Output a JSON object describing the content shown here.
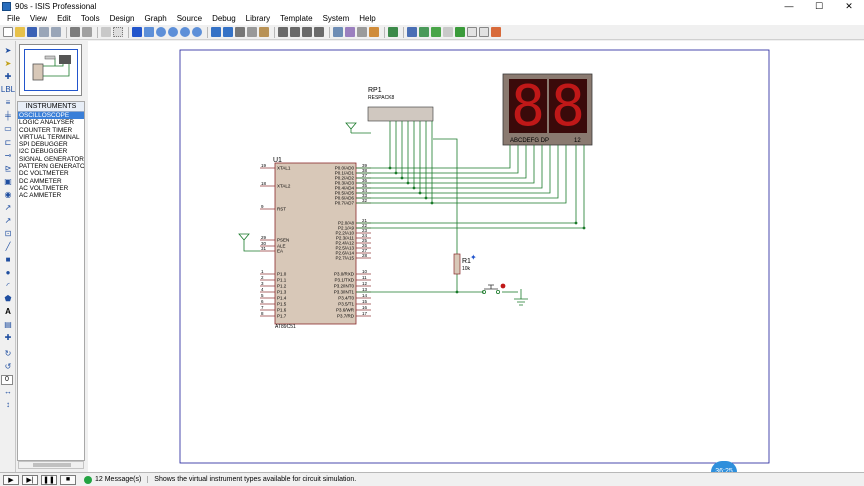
{
  "window": {
    "title": "90s - ISIS Professional",
    "minimize_glyph": "—",
    "maximize_glyph": "☐",
    "close_glyph": "✕"
  },
  "menu": [
    "File",
    "View",
    "Edit",
    "Tools",
    "Design",
    "Graph",
    "Source",
    "Debug",
    "Library",
    "Template",
    "System",
    "Help"
  ],
  "instruments": {
    "header": "INSTRUMENTS",
    "items": [
      "OSCILLOSCOPE",
      "LOGIC ANALYSER",
      "COUNTER TIMER",
      "VIRTUAL TERMINAL",
      "SPI DEBUGGER",
      "I2C DEBUGGER",
      "SIGNAL GENERATOR",
      "PATTERN GENERATOR",
      "DC VOLTMETER",
      "DC AMMETER",
      "AC VOLTMETER",
      "AC AMMETER"
    ],
    "selected_index": 0
  },
  "left_tools": {
    "rotate_angle": "0"
  },
  "schematic": {
    "rp1_ref": "RP1",
    "rp1_value": "RESPACK8",
    "u1_ref": "U1",
    "u1_value": "AT89C51",
    "r1_ref": "R1",
    "r1_value": "10k",
    "u1_left_pins": [
      {
        "num": "19",
        "name": "XTAL1"
      },
      {
        "num": "18",
        "name": "XTAL2"
      },
      {
        "num": "9",
        "name": "RST"
      },
      {
        "num": "29",
        "name": "PSEN"
      },
      {
        "num": "30",
        "name": "ALE"
      },
      {
        "num": "31",
        "name": "EA"
      },
      {
        "num": "1",
        "name": "P1.0"
      },
      {
        "num": "2",
        "name": "P1.1"
      },
      {
        "num": "3",
        "name": "P1.2"
      },
      {
        "num": "4",
        "name": "P1.3"
      },
      {
        "num": "5",
        "name": "P1.4"
      },
      {
        "num": "6",
        "name": "P1.5"
      },
      {
        "num": "7",
        "name": "P1.6"
      },
      {
        "num": "8",
        "name": "P1.7"
      }
    ],
    "u1_right_pins": [
      {
        "num": "39",
        "name": "P0.0/AD0"
      },
      {
        "num": "38",
        "name": "P0.1/AD1"
      },
      {
        "num": "37",
        "name": "P0.2/AD2"
      },
      {
        "num": "36",
        "name": "P0.3/AD3"
      },
      {
        "num": "35",
        "name": "P0.4/AD4"
      },
      {
        "num": "34",
        "name": "P0.5/AD5"
      },
      {
        "num": "33",
        "name": "P0.6/AD6"
      },
      {
        "num": "32",
        "name": "P0.7/AD7"
      },
      {
        "num": "21",
        "name": "P2.0/A8"
      },
      {
        "num": "22",
        "name": "P2.1/A9"
      },
      {
        "num": "23",
        "name": "P2.2/A10"
      },
      {
        "num": "24",
        "name": "P2.3/A11"
      },
      {
        "num": "25",
        "name": "P2.4/A12"
      },
      {
        "num": "26",
        "name": "P2.5/A13"
      },
      {
        "num": "27",
        "name": "P2.6/A14"
      },
      {
        "num": "28",
        "name": "P2.7/A15"
      },
      {
        "num": "10",
        "name": "P3.0/RXD"
      },
      {
        "num": "11",
        "name": "P3.1/TXD"
      },
      {
        "num": "12",
        "name": "P3.2/INT0"
      },
      {
        "num": "13",
        "name": "P3.3/INT1"
      },
      {
        "num": "14",
        "name": "P3.4/T0"
      },
      {
        "num": "15",
        "name": "P3.5/T1"
      },
      {
        "num": "16",
        "name": "P3.6/WR"
      },
      {
        "num": "17",
        "name": "P3.7/RD"
      }
    ],
    "display_label": "ABCDEFG  DP",
    "display_common_label": "12",
    "display_digit_1": "8",
    "display_digit_2": "8"
  },
  "status": {
    "message_count": "12 Message(s)",
    "hint": "Shows the virtual instrument types available for circuit simulation.",
    "time_badge": "36:25"
  },
  "colors": {
    "canvas_bg": "#ffffff",
    "sheet_border": "#1c1c99",
    "wire": "#1a7a2a",
    "ic_fill": "#d8c8b8",
    "ic_border": "#8a2a2a",
    "display_body": "#8a7a70",
    "segment": "#c01818"
  }
}
